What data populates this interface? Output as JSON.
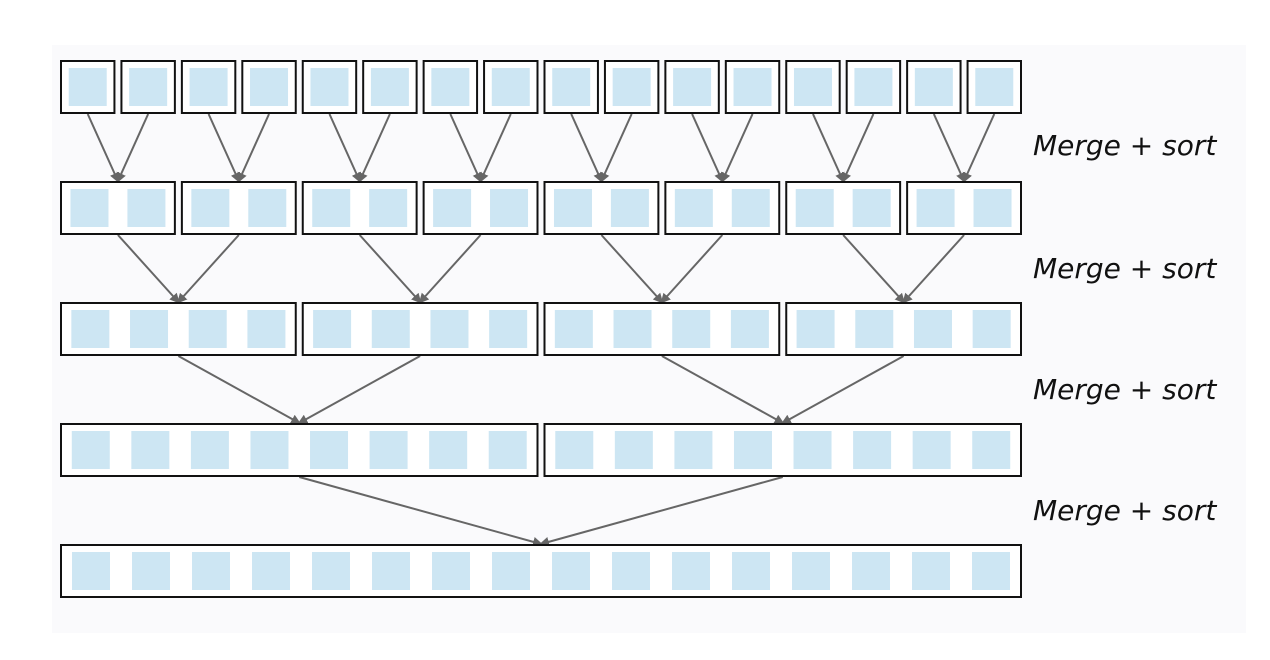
{
  "diagram": {
    "levels": [
      {
        "groups": 16,
        "items_per_group": 1
      },
      {
        "groups": 8,
        "items_per_group": 2
      },
      {
        "groups": 4,
        "items_per_group": 4
      },
      {
        "groups": 2,
        "items_per_group": 8
      },
      {
        "groups": 1,
        "items_per_group": 16
      }
    ],
    "step_labels": [
      "Merge + sort",
      "Merge + sort",
      "Merge + sort",
      "Merge + sort"
    ],
    "colors": {
      "panel_background": "#fafafc",
      "box_border": "#111111",
      "box_fill": "#ffffff",
      "item_fill": "#cde6f3",
      "arrow": "#666666"
    }
  }
}
